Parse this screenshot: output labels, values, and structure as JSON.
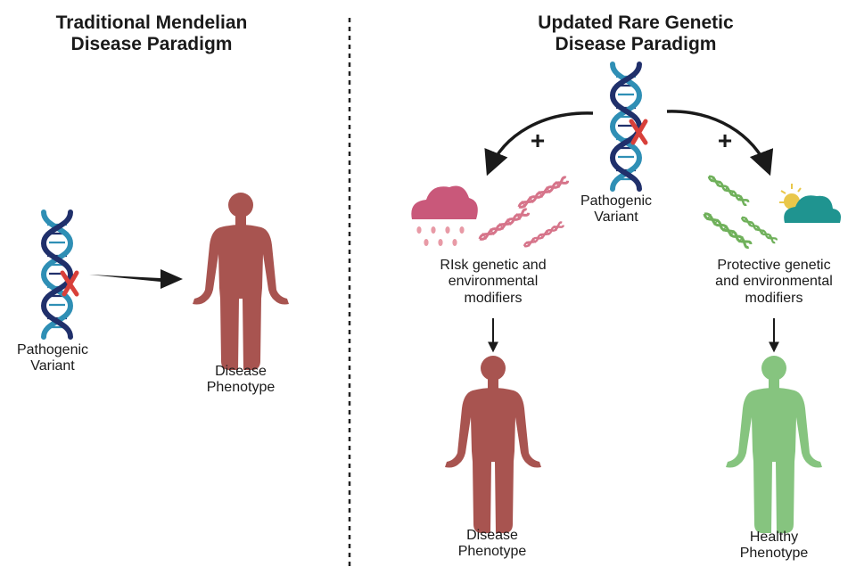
{
  "left_panel": {
    "title_line1": "Traditional Mendelian",
    "title_line2": "Disease Paradigm",
    "variant_line1": "Pathogenic",
    "variant_line2": "Variant",
    "phenotype_line1": "Disease",
    "phenotype_line2": "Phenotype"
  },
  "right_panel": {
    "title_line1": "Updated Rare Genetic",
    "title_line2": "Disease Paradigm",
    "variant_line1": "Pathogenic",
    "variant_line2": "Variant",
    "plus_left": "+",
    "plus_right": "+",
    "risk_line1": "RIsk genetic and",
    "risk_line2": "environmental",
    "risk_line3": "modifiers",
    "protective_line1": "Protective genetic",
    "protective_line2": "and environmental",
    "protective_line3": "modifiers",
    "disease_line1": "Disease",
    "disease_line2": "Phenotype",
    "healthy_line1": "Healthy",
    "healthy_line2": "Phenotype"
  },
  "colors": {
    "disease": "#a85450",
    "healthy": "#86c47f",
    "dna_dark": "#20306b",
    "dna_light": "#2f8fb5",
    "variant_x": "#d8403a",
    "risk_cloud": "#c9587a",
    "risk_dna": "#d6748a",
    "protective_dna": "#6fb05a",
    "protective_cloud": "#1f9490",
    "sun": "#e9c74a",
    "arrow": "#1a1a1a"
  },
  "icons": [
    "dna-icon",
    "variant-x-icon",
    "human-figure-icon",
    "rain-cloud-icon",
    "sun-cloud-icon",
    "arrow-icon"
  ]
}
